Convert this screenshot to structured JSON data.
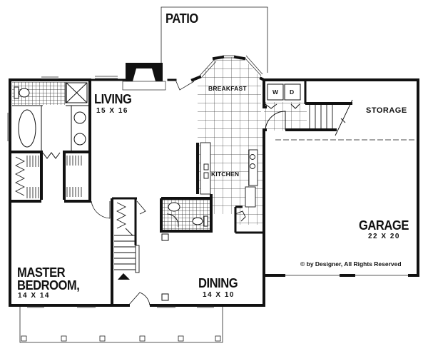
{
  "plan": {
    "type": "floor-plan",
    "colors": {
      "wall": "#111111",
      "background": "#ffffff",
      "tile": "#222222"
    },
    "rooms": [
      {
        "id": "patio",
        "name": "PATIO",
        "dims": ""
      },
      {
        "id": "living",
        "name": "LIVING",
        "dims": "15 X 16"
      },
      {
        "id": "breakfast",
        "name": "BREAKFAST",
        "dims": ""
      },
      {
        "id": "kitchen",
        "name": "KITCHEN",
        "dims": ""
      },
      {
        "id": "storage",
        "name": "STORAGE",
        "dims": ""
      },
      {
        "id": "garage",
        "name": "GARAGE",
        "dims": "22 X 20"
      },
      {
        "id": "master",
        "name_line1": "MASTER",
        "name_line2": "BEDROOM,",
        "dims": "14 X 14"
      },
      {
        "id": "dining",
        "name": "DINING",
        "dims": "14 X 10"
      }
    ],
    "appliances": {
      "washer": "W",
      "dryer": "D"
    },
    "copyright": "© by Designer, All Rights Reserved"
  }
}
